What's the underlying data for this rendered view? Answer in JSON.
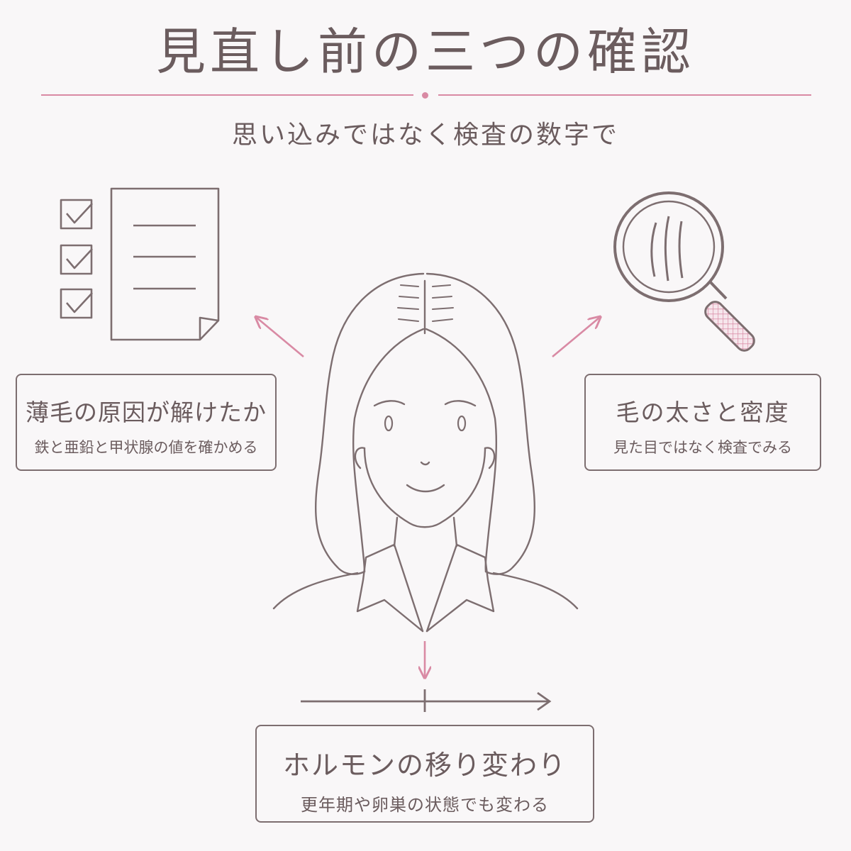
{
  "title": "見直し前の三つの確認",
  "subtitle": "思い込みではなく検査の数字で",
  "cards": {
    "left": {
      "main": "薄毛の原因が解けたか",
      "sub": "鉄と亜鉛と甲状腺の値を確かめる"
    },
    "right": {
      "main": "毛の太さと密度",
      "sub": "見た目ではなく検査でみる"
    },
    "bottom": {
      "main": "ホルモンの移り変わり",
      "sub": "更年期や卵巣の状態でも変わる"
    }
  },
  "colors": {
    "accent": "#d98aa4",
    "line": "#7d6e70",
    "background": "#f9f7f8",
    "text": "#6b5c5e"
  },
  "icons": [
    "checklist-document-icon",
    "magnifier-hair-icon",
    "woman-portrait",
    "timeline-arrow-icon"
  ]
}
